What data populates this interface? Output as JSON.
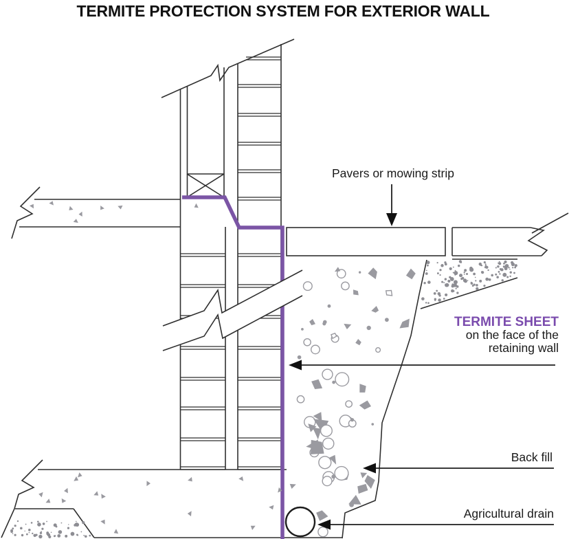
{
  "diagram_title": "TERMITE PROTECTION SYSTEM FOR EXTERIOR WALL",
  "annotations": {
    "pavers": {
      "text": "Pavers or mowing strip"
    },
    "termite_sheet": {
      "title": "TERMITE SHEET",
      "line2": "on the face of the",
      "line3": "retaining wall"
    },
    "backfill": {
      "text": "Back fill"
    },
    "agricultural_drain": {
      "text": "Agricultural drain"
    }
  },
  "colors": {
    "line": "#2f2f2f",
    "termite-sheet": "#7b55a5",
    "termite-text": "#7a4bad",
    "aggregate": "#9a9aa0",
    "stipple": "#8d8d93",
    "text": "#1a1a1a",
    "background": "#ffffff"
  }
}
